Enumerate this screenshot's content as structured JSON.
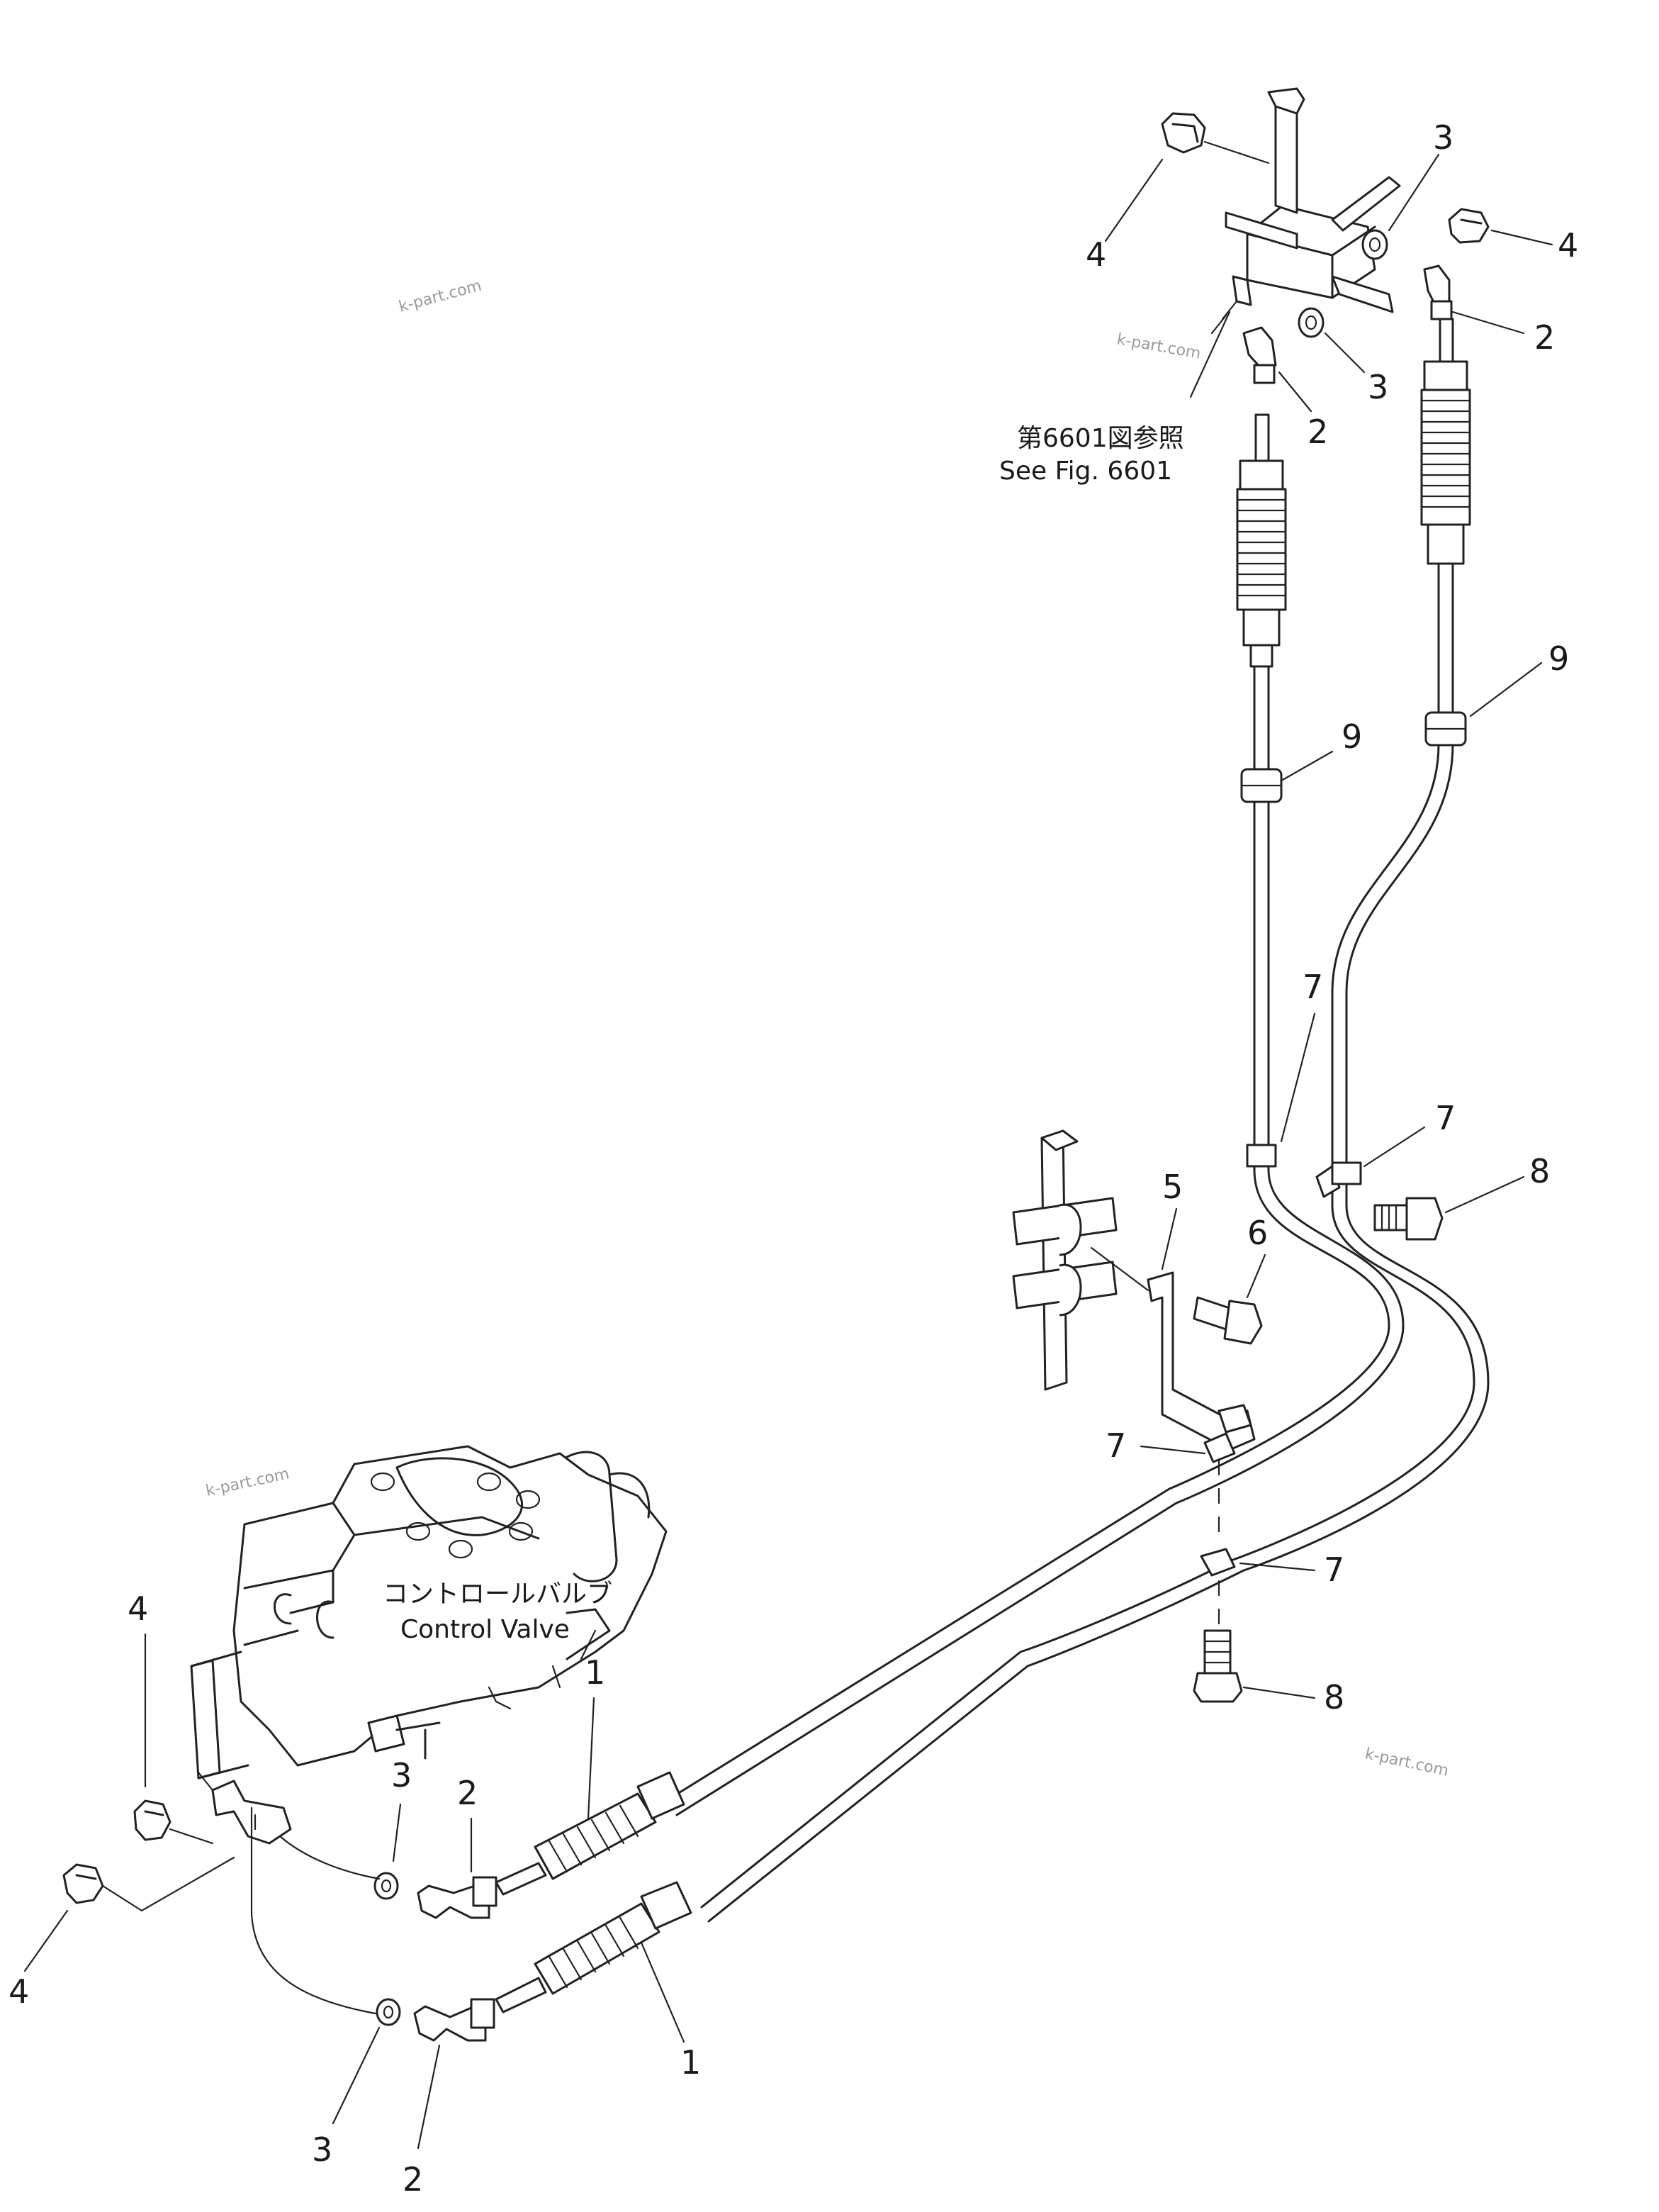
{
  "labels": {
    "cable": "1",
    "ball_joint": "2",
    "washer": "3",
    "nut": "4",
    "bracket": "5",
    "bracket_bolt": "6",
    "clamp": "7",
    "clamp_bolt": "8",
    "grommet": "9"
  },
  "reference": {
    "jp": "第6601図参照",
    "en": "See Fig. 6601"
  },
  "control_valve": {
    "jp": "コントロールバルブ",
    "en": "Control Valve"
  },
  "watermark": "k-part.com"
}
